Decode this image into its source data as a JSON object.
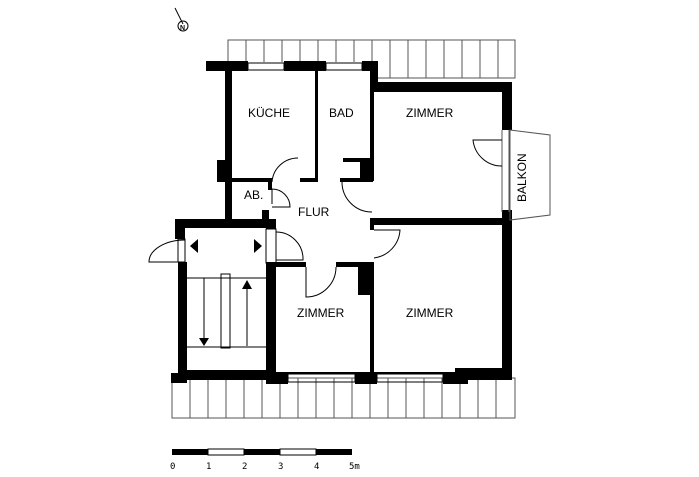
{
  "plan": {
    "rooms": {
      "kueche": "KÜCHE",
      "bad": "BAD",
      "zimmer_top_right": "ZIMMER",
      "balkon": "BALKON",
      "abstellraum": "AB.",
      "flur": "FLUR",
      "zimmer_bottom_left": "ZIMMER",
      "zimmer_bottom_right": "ZIMMER"
    },
    "north_arrow": "N",
    "scale": {
      "ticks": [
        "0",
        "1",
        "2",
        "3",
        "4",
        "5m"
      ],
      "unit": "m"
    },
    "colors": {
      "wall": "#000000",
      "line": "#000000",
      "background": "#ffffff"
    }
  }
}
